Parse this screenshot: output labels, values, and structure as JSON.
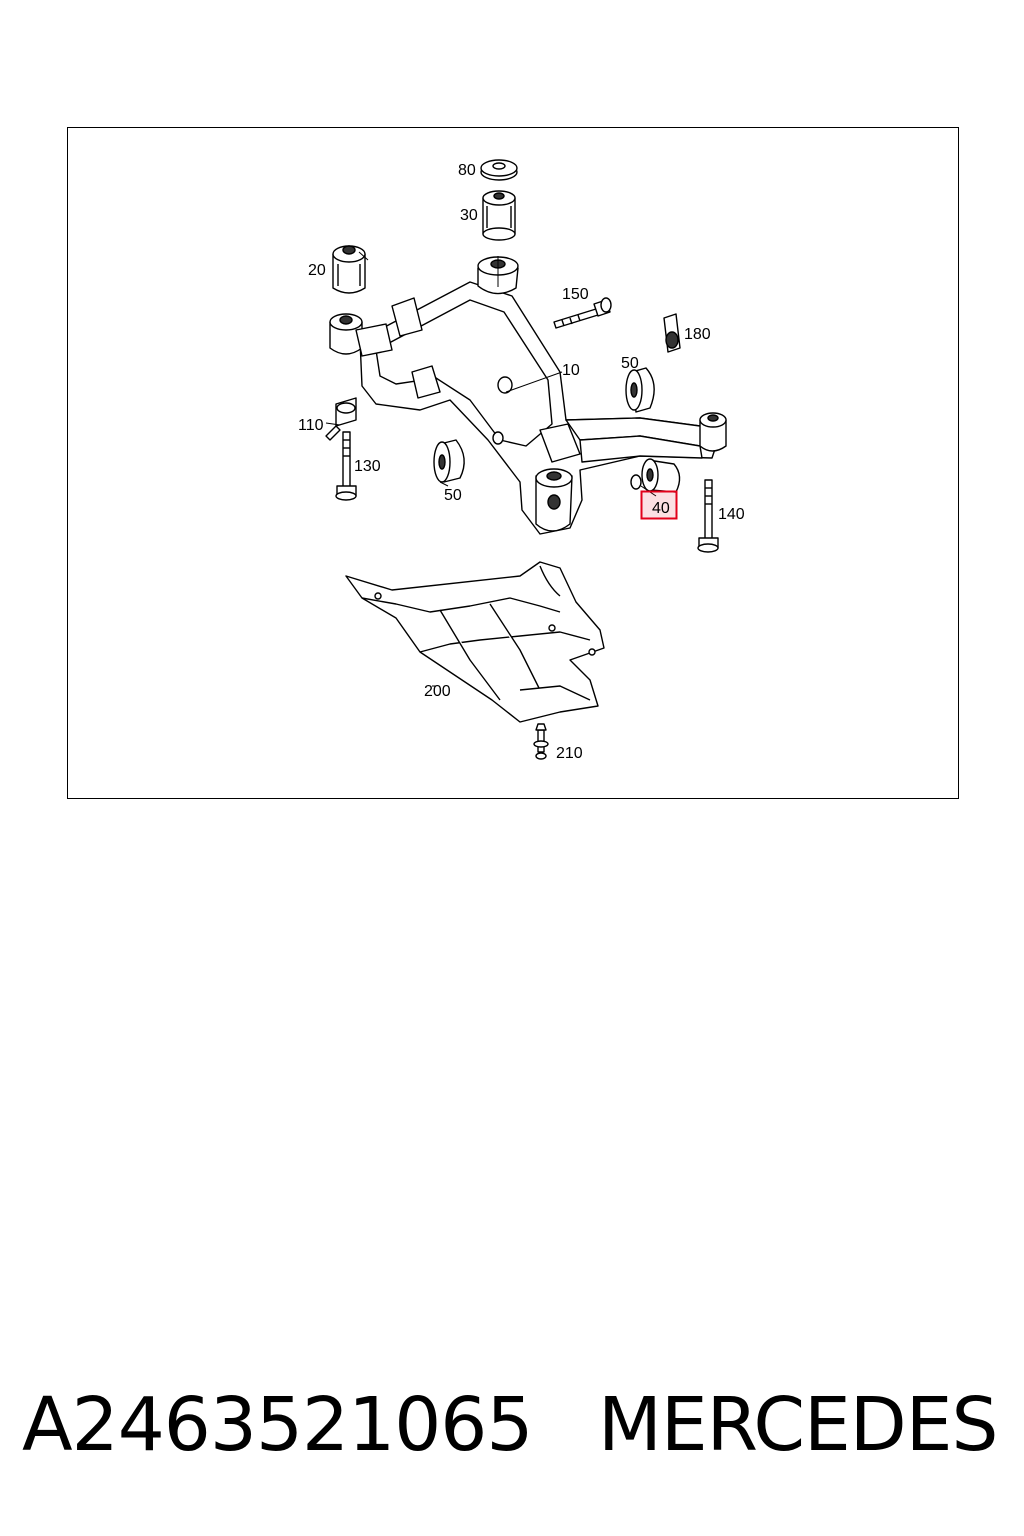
{
  "callouts": {
    "c80": "80",
    "c30": "30",
    "c20": "20",
    "c150": "150",
    "c180": "180",
    "c10": "10",
    "c50a": "50",
    "c110": "110",
    "c130": "130",
    "c50b": "50",
    "c40": "40",
    "c140": "140",
    "c200": "200",
    "c210": "210"
  },
  "highlighted_part": "40",
  "highlight_color": "#e2001a",
  "caption": {
    "part_number": "A2463521065",
    "brand": "MERCEDES"
  }
}
